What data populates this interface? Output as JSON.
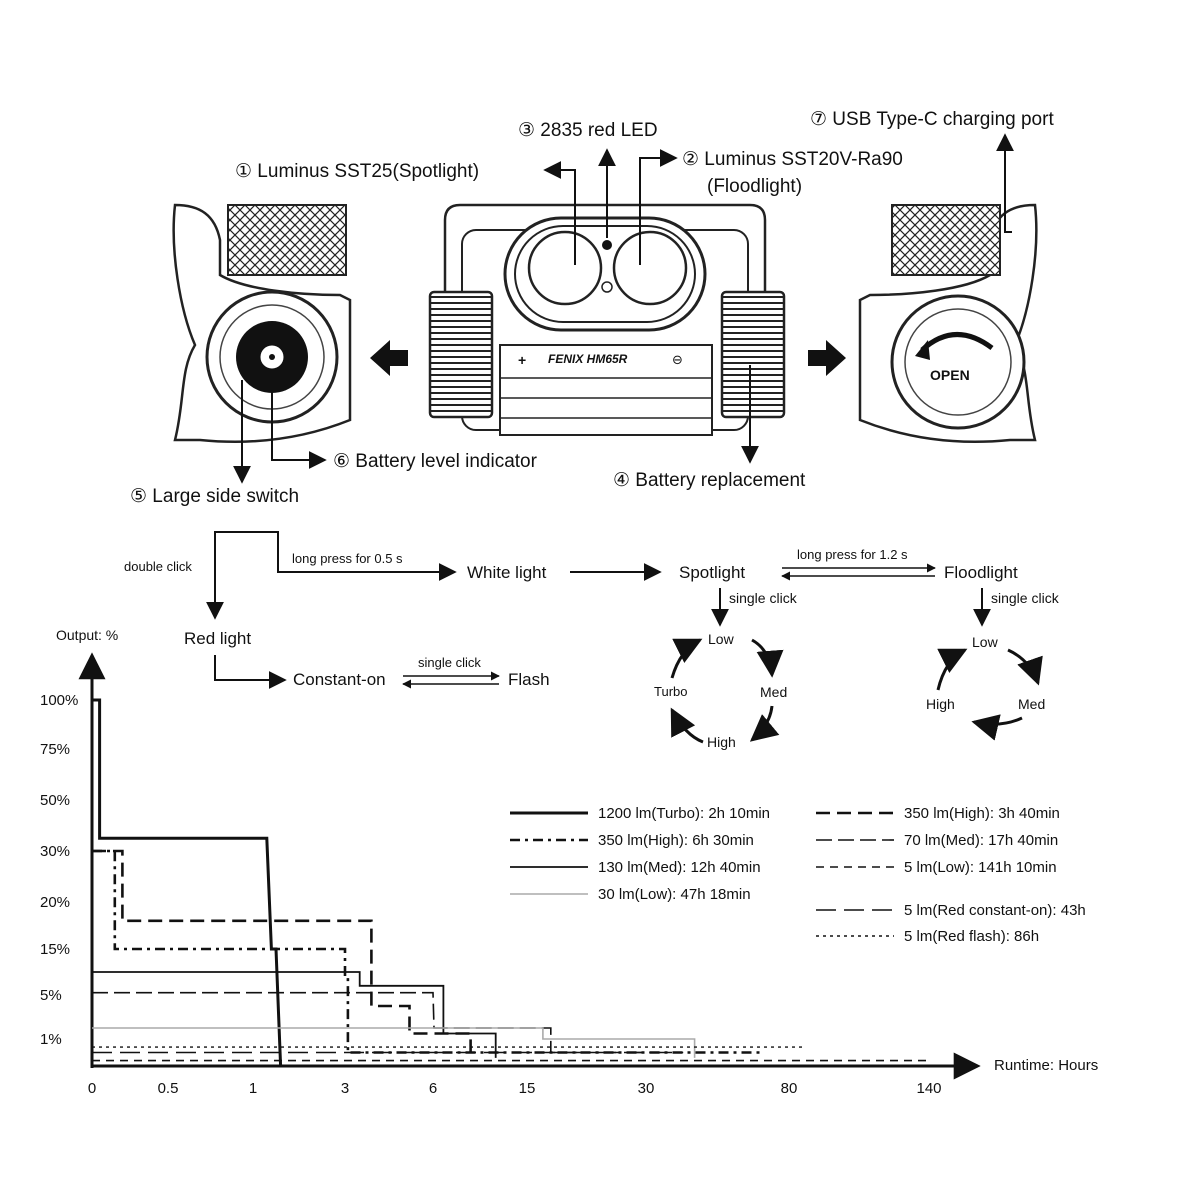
{
  "callouts": {
    "c1": "① Luminus SST25(Spotlight)",
    "c2_line1": "② Luminus SST20V-Ra90",
    "c2_line2": "(Floodlight)",
    "c3": "③ 2835 red LED",
    "c4": "④ Battery replacement",
    "c5": "⑤ Large side switch",
    "c6": "⑥ Battery level indicator",
    "c7": "⑦ USB Type-C charging port"
  },
  "device": {
    "brand_text": "FENIX HM65R",
    "open_label": "OPEN",
    "plus_sign": "+",
    "minus_sign": "⊖"
  },
  "flow": {
    "double_click": "double click",
    "long_press_05": "long press for 0.5 s",
    "white_light": "White light",
    "red_light": "Red light",
    "constant_on": "Constant-on",
    "flash": "Flash",
    "single_click_red": "single click",
    "spotlight": "Spotlight",
    "floodlight": "Floodlight",
    "long_press_12": "long press for 1.2 s",
    "single_click_spot": "single click",
    "single_click_flood": "single click",
    "spot_cycle": {
      "low": "Low",
      "med": "Med",
      "high": "High",
      "turbo": "Turbo"
    },
    "flood_cycle": {
      "low": "Low",
      "med": "Med",
      "high": "High"
    }
  },
  "chart_data": {
    "type": "line",
    "ylabel": "Output: %",
    "xlabel": "Runtime: Hours",
    "y_ticks": [
      "100%",
      "75%",
      "50%",
      "30%",
      "20%",
      "15%",
      "5%",
      "1%"
    ],
    "x_ticks": [
      "0",
      "0.5",
      "1",
      "3",
      "6",
      "15",
      "30",
      "80",
      "140"
    ],
    "series": [
      {
        "name": "1200 lm(Turbo): 2h 10min",
        "style": "solid-thick",
        "color": "#111111",
        "points": [
          [
            0,
            100
          ],
          [
            0.05,
            100
          ],
          [
            0.05,
            35
          ],
          [
            1.3,
            35
          ],
          [
            1.4,
            15
          ],
          [
            1.5,
            15
          ],
          [
            1.6,
            0
          ]
        ]
      },
      {
        "name": "350 lm(High): 3h 40min",
        "style": "dash-thick",
        "color": "#111111",
        "points": [
          [
            0,
            30
          ],
          [
            0.2,
            30
          ],
          [
            0.2,
            18
          ],
          [
            3.9,
            18
          ],
          [
            3.9,
            4
          ],
          [
            5.2,
            4
          ],
          [
            5.2,
            1.5
          ],
          [
            9.6,
            1.5
          ],
          [
            9.6,
            0.5
          ]
        ]
      },
      {
        "name": "350 lm(High): 6h 30min",
        "style": "dashdot-thick",
        "color": "#111111",
        "points": [
          [
            0,
            30
          ],
          [
            0.15,
            30
          ],
          [
            0.15,
            15
          ],
          [
            3,
            15
          ],
          [
            3,
            9
          ],
          [
            3.1,
            9
          ],
          [
            3.1,
            0.5
          ],
          [
            70,
            0.5
          ]
        ]
      },
      {
        "name": "70 lm(Med): 17h 40min",
        "style": "long-dash",
        "color": "#111111",
        "points": [
          [
            0,
            5.5
          ],
          [
            6,
            5.5
          ],
          [
            6.1,
            2
          ],
          [
            18,
            2
          ],
          [
            18,
            0.5
          ],
          [
            35,
            0.5
          ]
        ]
      },
      {
        "name": "130 lm(Med): 12h 40min",
        "style": "solid",
        "color": "#111111",
        "points": [
          [
            0,
            10
          ],
          [
            3.5,
            10
          ],
          [
            3.5,
            7
          ],
          [
            7,
            7
          ],
          [
            7,
            1.5
          ],
          [
            12,
            1.5
          ],
          [
            12,
            0.3
          ]
        ]
      },
      {
        "name": "5 lm(Low): 141h 10min",
        "style": "dash",
        "color": "#111111",
        "points": [
          [
            0,
            0.2
          ],
          [
            141,
            0.2
          ]
        ]
      },
      {
        "name": "30 lm(Low): 47h 18min",
        "style": "solid-light",
        "color": "#aaaaaa",
        "points": [
          [
            0,
            2
          ],
          [
            17,
            2
          ],
          [
            17,
            1
          ],
          [
            47,
            1
          ],
          [
            47,
            0.3
          ]
        ]
      },
      {
        "name": "5 lm(Red constant-on): 43h",
        "style": "dash-long",
        "color": "#111111",
        "points": [
          [
            0,
            0.5
          ],
          [
            43,
            0.5
          ]
        ]
      },
      {
        "name": "5 lm(Red flash): 86h",
        "style": "dotted",
        "color": "#111111",
        "points": [
          [
            0,
            0.7
          ],
          [
            86,
            0.7
          ]
        ]
      }
    ]
  }
}
